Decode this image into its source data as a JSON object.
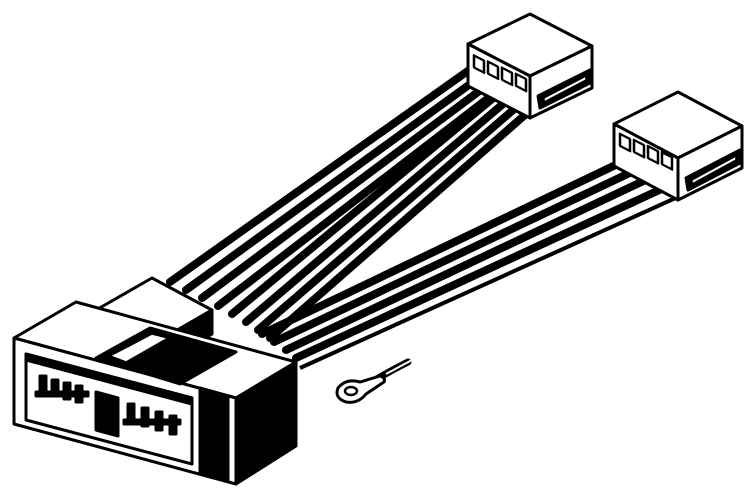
{
  "image": {
    "subject": "wiring-harness-adapter",
    "colors": {
      "background": "#ffffff",
      "stroke": "#000000",
      "fill": "#ffffff"
    },
    "parts": [
      "main-connector",
      "upper-connector",
      "right-connector",
      "ground-ring-terminal"
    ],
    "wire_count": {
      "upper_connector": 8,
      "right_connector": 4,
      "ground": 1
    }
  }
}
